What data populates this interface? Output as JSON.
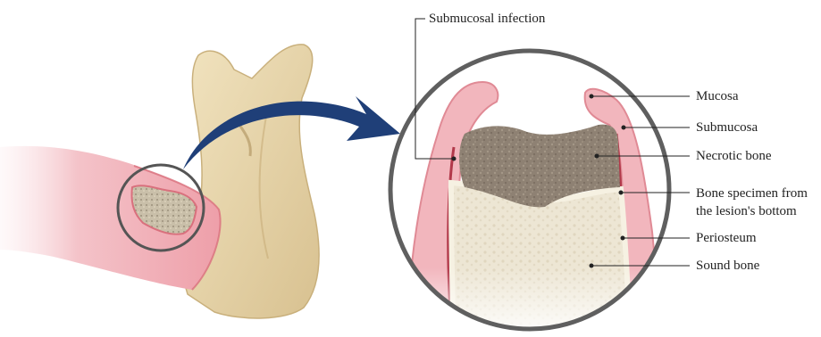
{
  "labels": {
    "submucosal_infection": "Submucosal infection",
    "mucosa": "Mucosa",
    "submucosa": "Submucosa",
    "necrotic_bone": "Necrotic bone",
    "bone_specimen_line1": "Bone specimen from",
    "bone_specimen_line2": "the lesion's bottom",
    "periosteum": "Periosteum",
    "sound_bone": "Sound bone"
  },
  "colors": {
    "mucosa_pink": "#f2b6bd",
    "mucosa_dark": "#d9707d",
    "periosteum_red": "#b2394a",
    "necrotic_brown": "#8e8173",
    "sound_bone": "#ece4d2",
    "jaw_bone": "#e8d8b0",
    "arrow_navy": "#1f3f78",
    "circle_gray": "#5a5a5a",
    "leader_line": "#222222"
  }
}
